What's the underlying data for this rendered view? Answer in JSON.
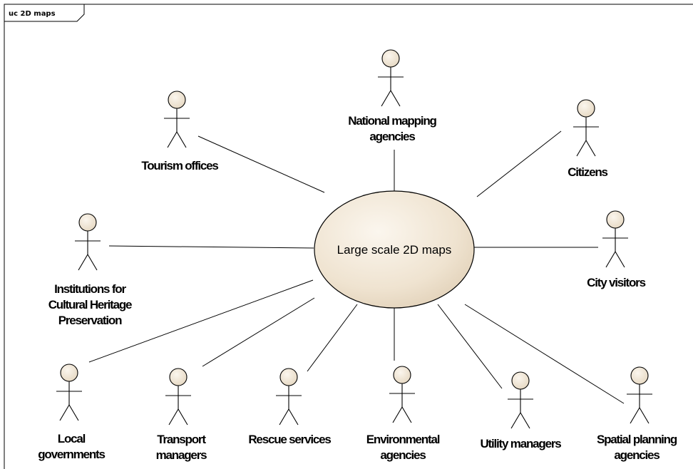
{
  "frame": {
    "tab_label": "uc 2D maps"
  },
  "use_case": {
    "label": "Large scale 2D maps"
  },
  "actors": [
    {
      "id": "national-mapping-agencies",
      "lines": [
        "National mapping",
        "agencies"
      ]
    },
    {
      "id": "tourism-offices",
      "lines": [
        "Tourism offices"
      ]
    },
    {
      "id": "citizens",
      "lines": [
        "Citizens"
      ]
    },
    {
      "id": "institutions-cultural-heritage",
      "lines": [
        "Institutions for",
        "Cultural Heritage",
        "Preservation"
      ]
    },
    {
      "id": "city-visitors",
      "lines": [
        "City visitors"
      ]
    },
    {
      "id": "local-governments",
      "lines": [
        "Local",
        "governments"
      ]
    },
    {
      "id": "transport-managers",
      "lines": [
        "Transport",
        "managers"
      ]
    },
    {
      "id": "rescue-services",
      "lines": [
        "Rescue services"
      ]
    },
    {
      "id": "environmental-agencies",
      "lines": [
        "Environmental",
        "agencies"
      ]
    },
    {
      "id": "utility-managers",
      "lines": [
        "Utility managers"
      ]
    },
    {
      "id": "spatial-planning-agencies",
      "lines": [
        "Spatial planning",
        "agencies"
      ]
    }
  ],
  "colors": {
    "actor_fill": "#efe3d0",
    "usecase_fill": "#efe3d0",
    "stroke": "#000000"
  }
}
